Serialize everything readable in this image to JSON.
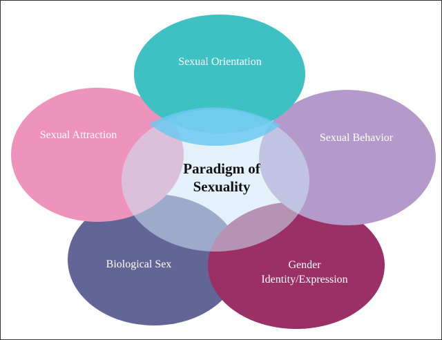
{
  "diagram": {
    "center_label_line1": "Paradigm of",
    "center_label_line2": "Sexuality",
    "orientation_label": "Sexual Orientation",
    "attraction_label": "Sexual Attraction",
    "behavior_label": "Sexual Behavior",
    "biological_label": "Biological Sex",
    "gender_label_line1": "Gender",
    "gender_label_line2": "Identity/Expression"
  },
  "colors": {
    "orientation": "#3fc1c4",
    "attraction": "#ee93bb",
    "behavior": "#b49acb",
    "biological": "#636597",
    "gender": "#9a3065",
    "center": "#cde5f6"
  }
}
